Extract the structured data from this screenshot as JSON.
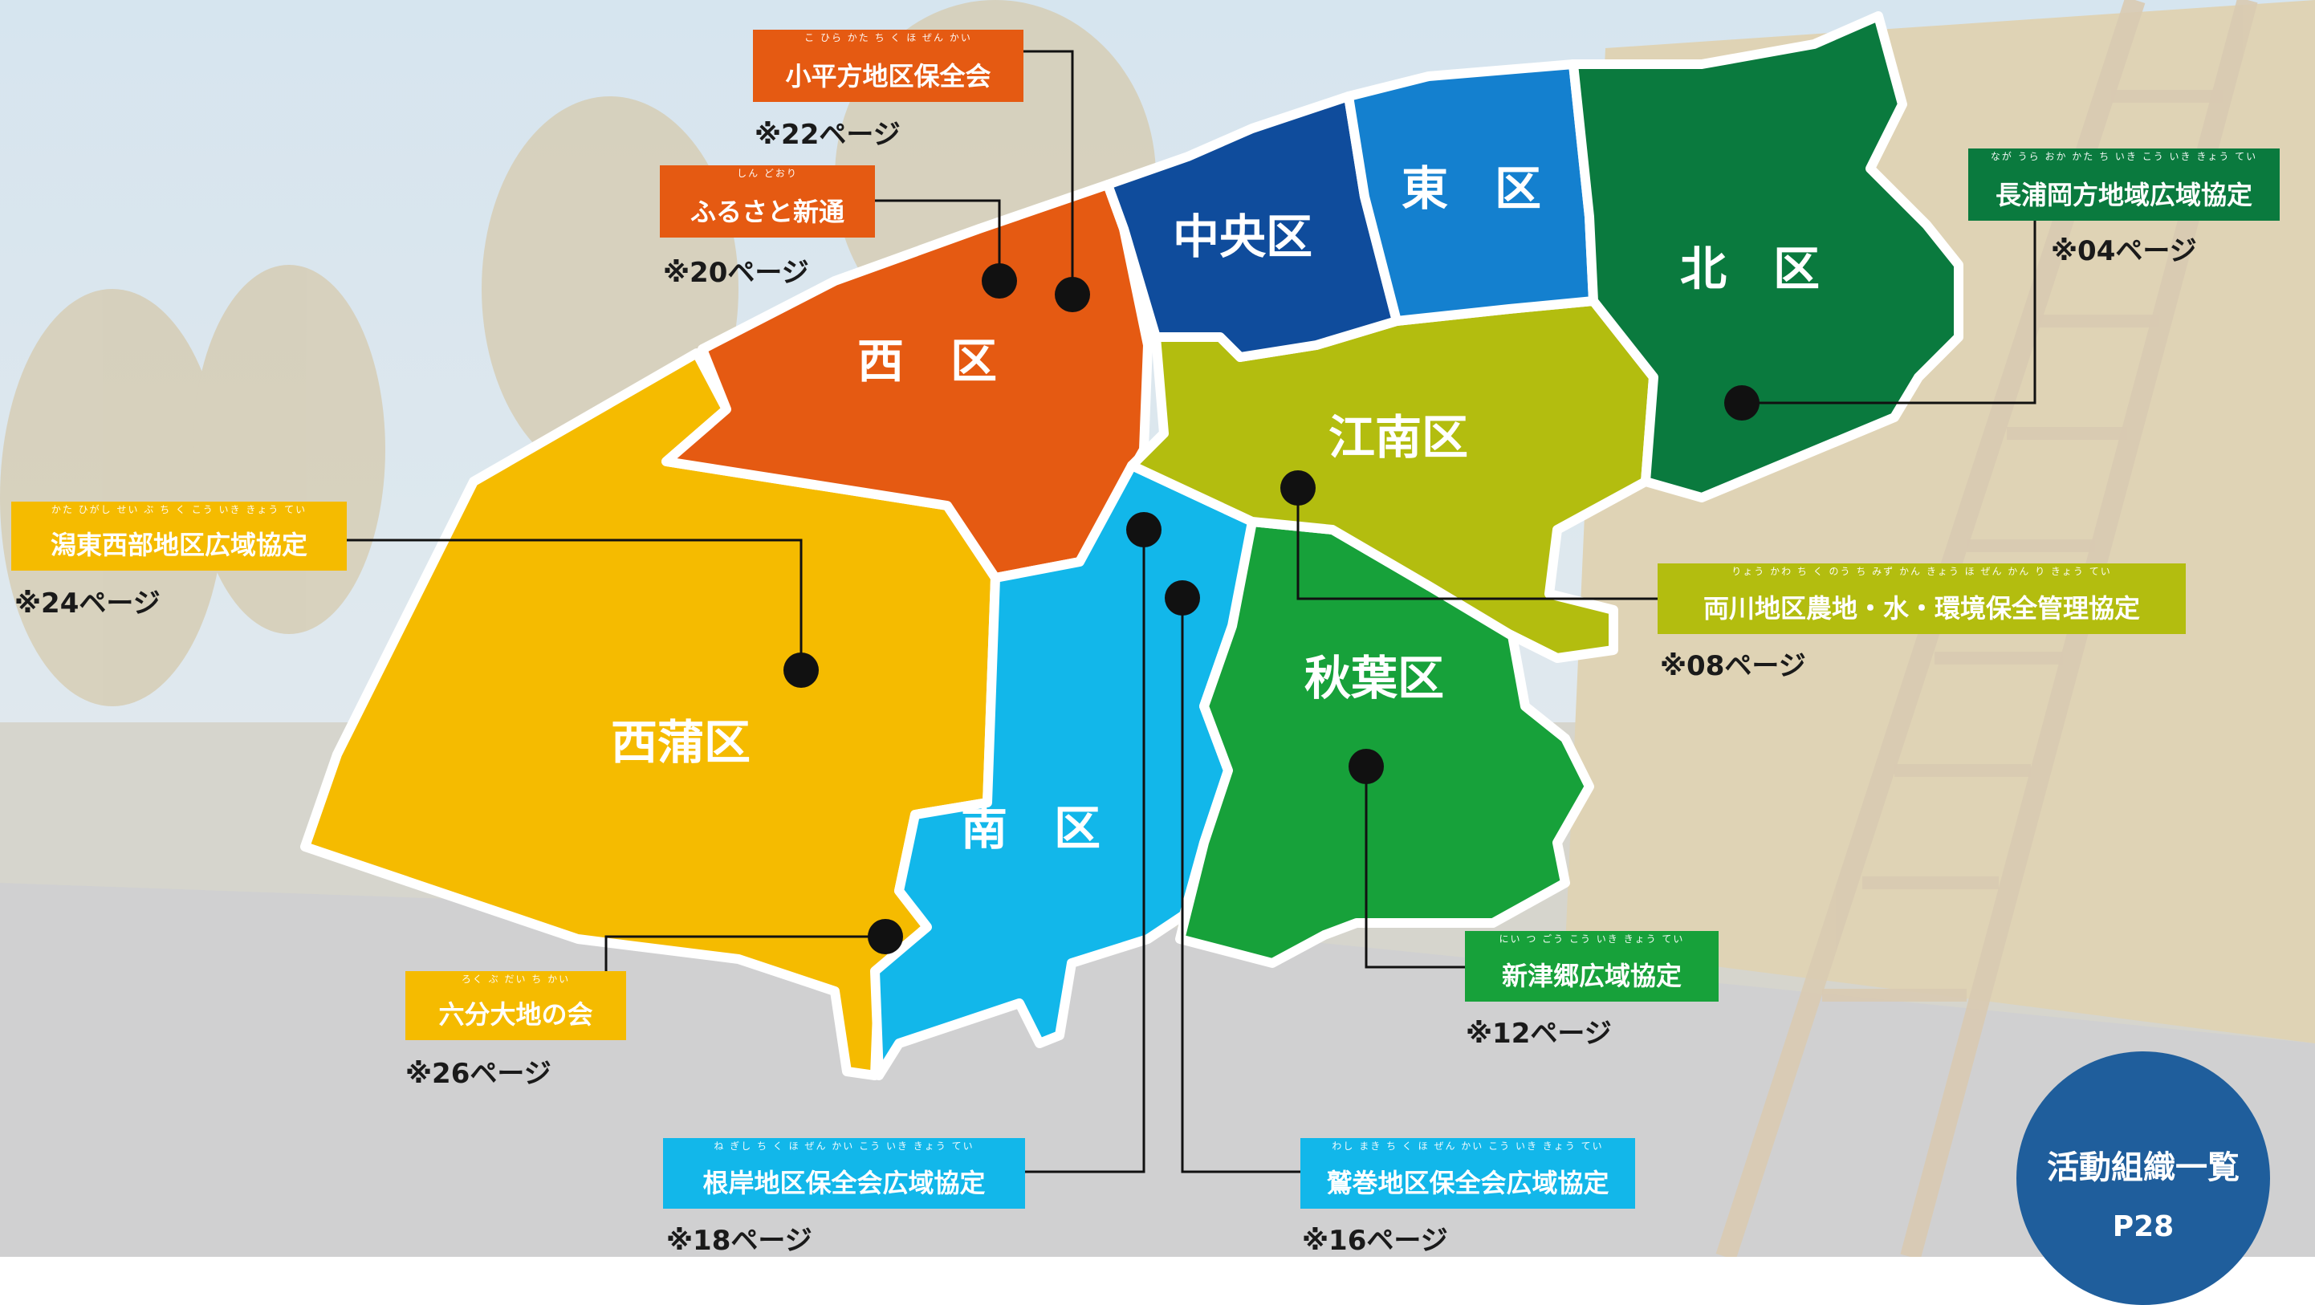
{
  "colors": {
    "sky": "#b9d3e6",
    "field": "#c7bfa7",
    "road": "#b9bbbd",
    "nishi": "#e55a12",
    "nishikan": "#f5bb00",
    "minami": "#12b7ea",
    "chuo": "#0f4c9c",
    "higashi": "#1480cf",
    "kita": "#0a7a3e",
    "konan": "#b3bd0f",
    "akiha": "#17a13a",
    "badge": "#1f5e9c"
  },
  "districts": {
    "nishi": "西　区",
    "nishikan": "西蒲区",
    "minami": "南　区",
    "chuo": "中央区",
    "higashi": "東　区",
    "kita": "北　区",
    "konan": "江南区",
    "akiha": "秋葉区"
  },
  "labels": [
    {
      "id": "kodaira",
      "text": "小平方地区保全会",
      "ruby": "こ ひら かた ち く ほ ぜん かい",
      "page": "※22ページ",
      "color": "#e55a12"
    },
    {
      "id": "furusato",
      "text": "ふるさと新通",
      "ruby": "しん どおり",
      "page": "※20ページ",
      "color": "#e55a12"
    },
    {
      "id": "kato",
      "text": "潟東西部地区広域協定",
      "ruby": "かた ひがし せい ぶ ち く こう いき きょう てい",
      "page": "※24ページ",
      "color": "#f5bb00"
    },
    {
      "id": "rokubu",
      "text": "六分大地の会",
      "ruby": "ろく ぶ だい ち かい",
      "page": "※26ページ",
      "color": "#f5bb00"
    },
    {
      "id": "negishi",
      "text": "根岸地区保全会広域協定",
      "ruby": "ね ぎし ち く ほ ぜん かい こう いき きょう てい",
      "page": "※18ページ",
      "color": "#12b7ea"
    },
    {
      "id": "washimaki",
      "text": "鷲巻地区保全会広域協定",
      "ruby": "わし まき ち く ほ ぜん かい こう いき きょう てい",
      "page": "※16ページ",
      "color": "#12b7ea"
    },
    {
      "id": "niitsugo",
      "text": "新津郷広域協定",
      "ruby": "にい つ ごう こう いき きょう てい",
      "page": "※12ページ",
      "color": "#17a13a"
    },
    {
      "id": "ryokawa",
      "text": "両川地区農地・水・環境保全管理協定",
      "ruby": "りょう かわ ち く のう ち みず かん きょう ほ ぜん かん り きょう てい",
      "page": "※08ページ",
      "color": "#b3bd0f"
    },
    {
      "id": "nagaura",
      "text": "長浦岡方地域広域協定",
      "ruby": "なが うら おか かた ち いき こう いき きょう てい",
      "page": "※04ページ",
      "color": "#0a7a3e"
    }
  ],
  "badge": {
    "title": "活動組織一覧",
    "page": "P28"
  }
}
